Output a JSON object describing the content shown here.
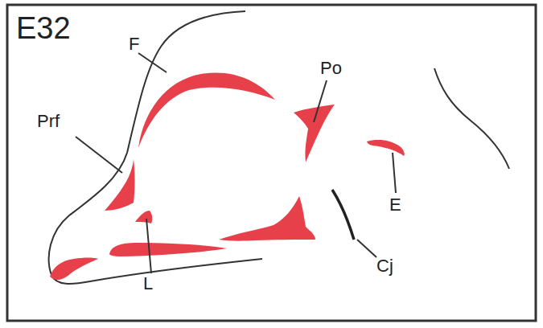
{
  "diagram": {
    "title": "E32",
    "labels": [
      "F",
      "Prf",
      "Po",
      "E",
      "L",
      "Cj"
    ]
  }
}
